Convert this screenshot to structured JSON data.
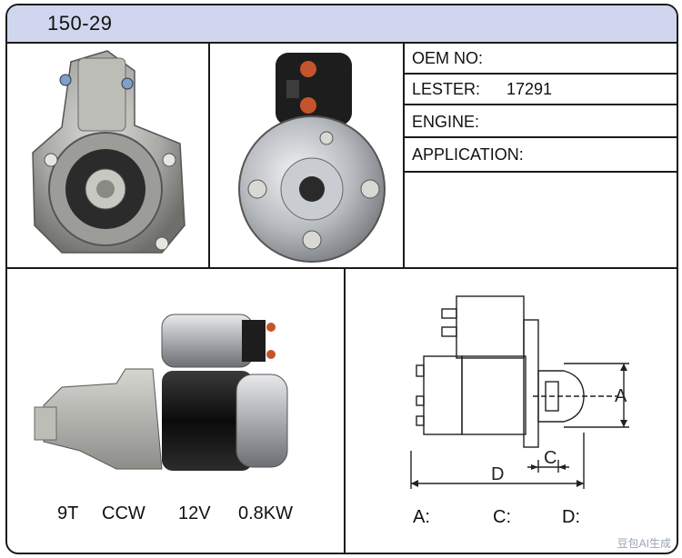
{
  "header": {
    "title": "150-29"
  },
  "specs_table": {
    "rows": [
      {
        "label": "OEM NO:",
        "value": ""
      },
      {
        "label": "LESTER:",
        "value": "17291"
      },
      {
        "label": "ENGINE:",
        "value": ""
      },
      {
        "label": "APPLICATION:",
        "value": ""
      }
    ]
  },
  "product": {
    "teeth": "9T",
    "rotation": "CCW",
    "voltage": "12V",
    "power": "0.8KW"
  },
  "dimensions": {
    "a_label": "A:",
    "c_label": "C:",
    "d_label": "D:",
    "drawing_labels": {
      "a": "A",
      "c": "C",
      "d": "D"
    }
  },
  "watermark": "豆包AI生成"
}
